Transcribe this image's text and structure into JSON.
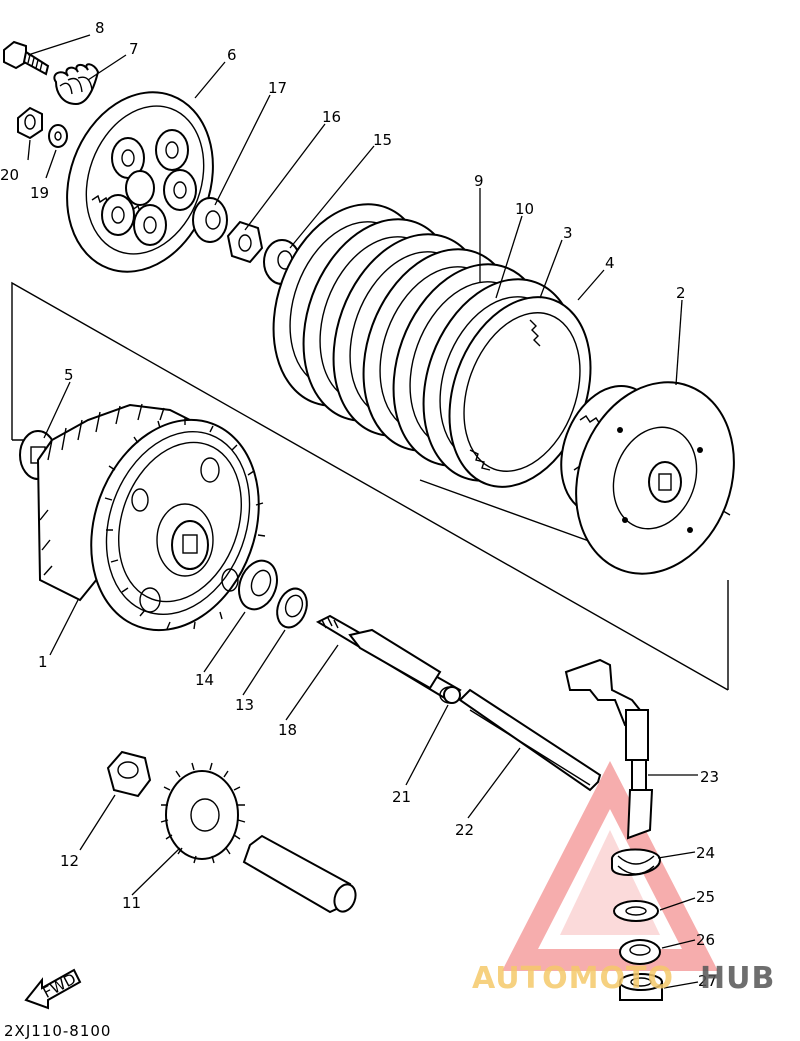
{
  "parts": [
    {
      "num": "1"
    },
    {
      "num": "2"
    },
    {
      "num": "3"
    },
    {
      "num": "4"
    },
    {
      "num": "5"
    },
    {
      "num": "6"
    },
    {
      "num": "7"
    },
    {
      "num": "8"
    },
    {
      "num": "9"
    },
    {
      "num": "10"
    },
    {
      "num": "11"
    },
    {
      "num": "12"
    },
    {
      "num": "13"
    },
    {
      "num": "14"
    },
    {
      "num": "15"
    },
    {
      "num": "16"
    },
    {
      "num": "17"
    },
    {
      "num": "18"
    },
    {
      "num": "19"
    },
    {
      "num": "20"
    },
    {
      "num": "21"
    },
    {
      "num": "22"
    },
    {
      "num": "23"
    },
    {
      "num": "24"
    },
    {
      "num": "25"
    },
    {
      "num": "26"
    },
    {
      "num": "27"
    }
  ],
  "fwd_label": "FWD",
  "diagram_code": "2XJ110-8100",
  "watermark": {
    "part_a": "AUTOMOTO",
    "part_b": "HUB",
    "color_a": "#f5c96b",
    "color_b": "#555555",
    "triangle_color": "#ef6a6a"
  }
}
